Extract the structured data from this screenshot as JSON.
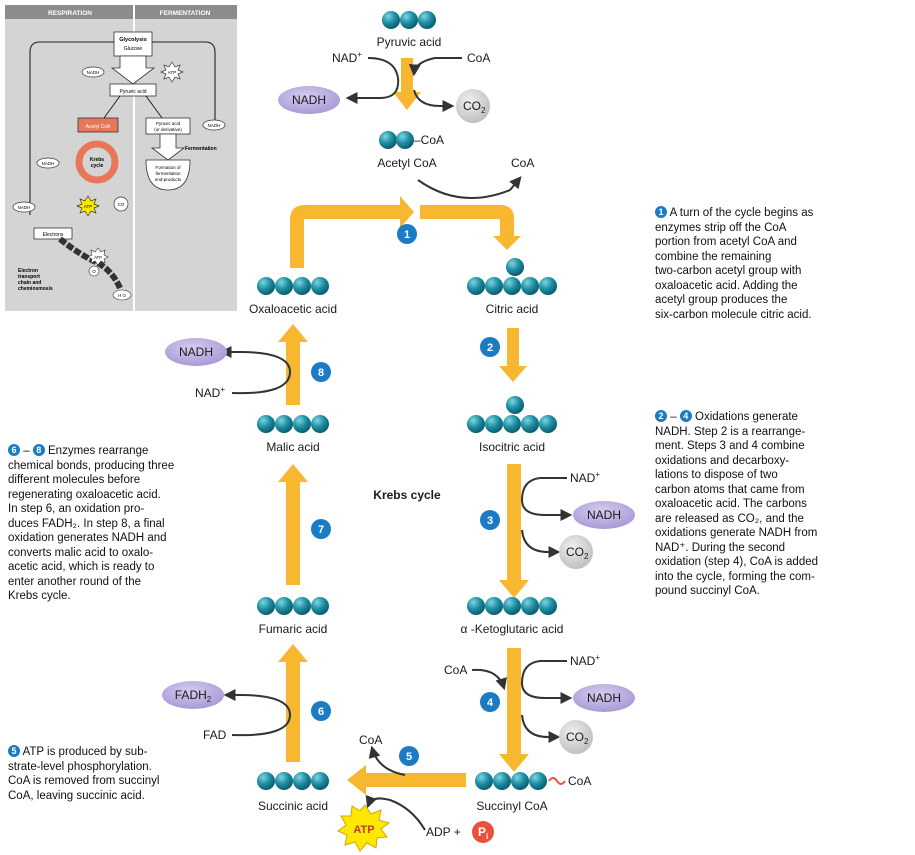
{
  "overview": {
    "respiration_label": "RESPIRATION",
    "fermentation_label": "FERMENTATION",
    "glycolysis": "Glycolysis",
    "glucose": "Glucose",
    "nadh": "NADH",
    "atp": "ATP",
    "pyruvic_acid": "Pyruvic acid",
    "acetyl_coa": "Acetyl CoA",
    "krebs_cycle_line1": "Krebs",
    "krebs_cycle_line2": "cycle",
    "co2": "CO",
    "pyruvic_derivative_line1": "Pyruvic acid",
    "pyruvic_derivative_line2": "(or derivative)",
    "fermentation": "Fermentation",
    "formation_line1": "Formation of",
    "formation_line2": "fermentation",
    "formation_line3": "end-products",
    "electrons": "Electrons",
    "etc_line1": "Electron",
    "etc_line2": "transport",
    "etc_line3": "chain and",
    "etc_line4": "chemiosmosis",
    "o2": "O",
    "h2o": "H O"
  },
  "labels": {
    "pyruvic_acid": "Pyruvic acid",
    "nad_plus": "NAD",
    "plus": "+",
    "coa": "CoA",
    "nadh": "NADH",
    "co2": "CO",
    "sub2": "2",
    "acetyl_coa": "Acetyl CoA",
    "dash_coa": "–CoA",
    "oxaloacetic_acid": "Oxaloacetic acid",
    "citric_acid": "Citric acid",
    "isocitric_acid": "Isocitric acid",
    "malic_acid": "Malic acid",
    "krebs_cycle": "Krebs cycle",
    "fumaric_acid": "Fumaric acid",
    "alpha_ketoglutaric_acid": "α -Ketoglutaric acid",
    "fadh2": "FADH",
    "fad": "FAD",
    "succinic_acid": "Succinic acid",
    "succinyl_coa": "Succinyl CoA",
    "atp": "ATP",
    "adp_plus": "ADP +",
    "pi": "P",
    "pi_sub": "i"
  },
  "steps": [
    "1",
    "2",
    "3",
    "4",
    "5",
    "6",
    "7",
    "8"
  ],
  "descriptions": {
    "step1": {
      "badge": "1",
      "lines": [
        "A turn of the cycle begins as",
        "enzymes strip off the CoA",
        "portion from acetyl CoA and",
        "combine the remaining",
        "two-carbon acetyl group with",
        "oxaloacetic acid.  Adding the",
        "acetyl group produces the",
        "six-carbon molecule citric acid."
      ]
    },
    "steps2_4": {
      "badge_a": "2",
      "dash": "–",
      "badge_b": "4",
      "lines": [
        "Oxidations generate",
        "NADH.  Step 2 is a rearrange-",
        "ment.  Steps 3 and 4 combine",
        "oxidations and decarboxy-",
        "lations to dispose of two",
        "carbon atoms that came from",
        "oxaloacetic acid.  The carbons",
        "are released as CO₂, and the",
        "oxidations generate NADH from",
        "NAD⁺. During the second",
        "oxidation (step 4), CoA is added",
        "into the cycle, forming the com-",
        "pound succinyl CoA."
      ]
    },
    "steps6_8": {
      "badge_a": "6",
      "dash": "–",
      "badge_b": "8",
      "lines": [
        "Enzymes rearrange",
        "chemical bonds, producing three",
        "different molecules before",
        "regenerating oxaloacetic acid.",
        "In step 6, an oxidation pro-",
        "duces FADH₂. In step 8, a final",
        "oxidation generates NADH and",
        "converts malic acid to oxalo-",
        "acetic acid, which is ready to",
        "enter another round of the",
        "Krebs cycle."
      ]
    },
    "step5": {
      "badge": "5",
      "lines": [
        "ATP is produced by sub-",
        "strate-level phosphorylation.",
        "CoA is removed from succinyl",
        "CoA, leaving succinic acid."
      ]
    }
  },
  "colors": {
    "arrow_yellow": "#f7b731",
    "molecule_teal": "#1c8ea3",
    "step_blue": "#1b7bc4",
    "nadh_purple": "#b3a5d9",
    "co2_gray": "#cccccc",
    "atp_yellow": "#ffe800",
    "phosphate_red": "#e8523a",
    "panel_gray": "#d4d4d4"
  }
}
